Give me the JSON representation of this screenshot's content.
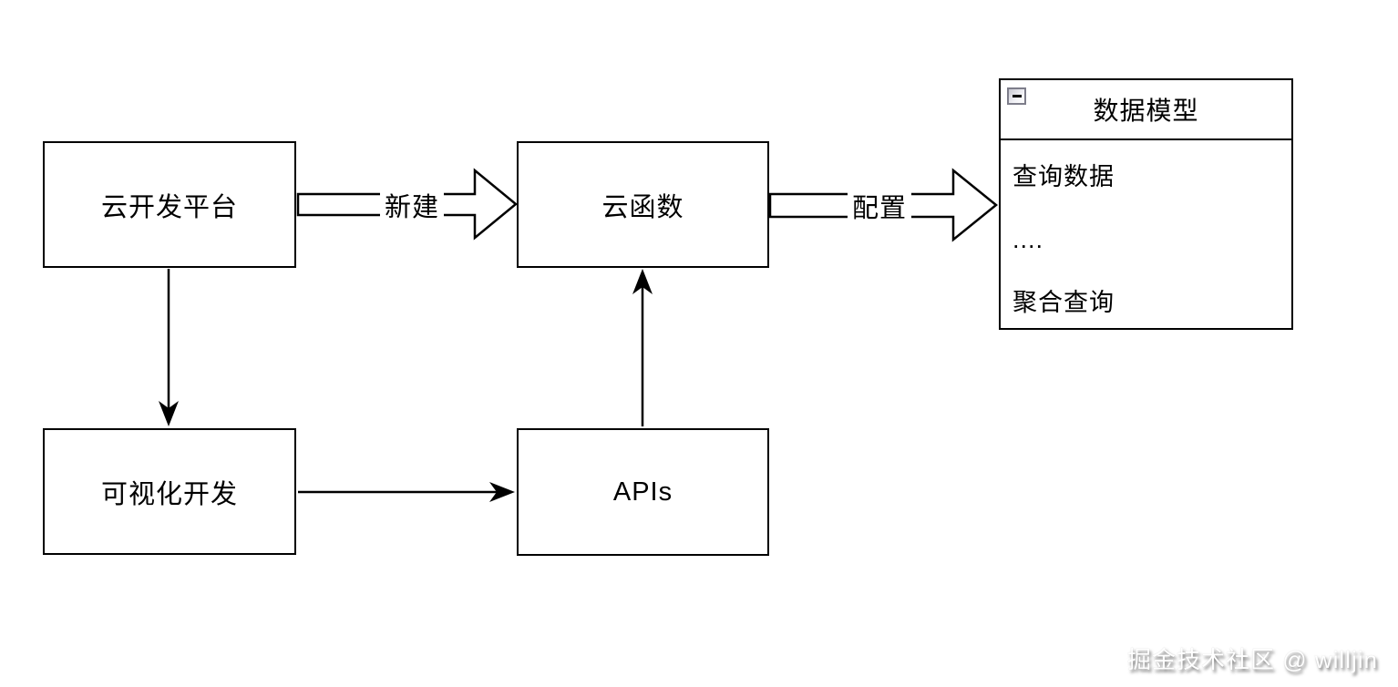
{
  "diagram": {
    "nodes": {
      "cloud_platform": {
        "label": "云开发平台"
      },
      "cloud_function": {
        "label": "云函数"
      },
      "visual_dev": {
        "label": "可视化开发"
      },
      "apis": {
        "label": "APIs"
      },
      "data_model": {
        "title": "数据模型",
        "collapse_icon": "minus-icon",
        "items": [
          "查询数据",
          "....",
          "聚合查询"
        ]
      }
    },
    "edges": {
      "create_label": "新建",
      "configure_label": "配置"
    },
    "colors": {
      "stroke": "#000000",
      "fill": "#ffffff",
      "collapse_button_border": "#7d7d8a"
    }
  },
  "watermark": {
    "text": "掘金技术社区 @ willjin"
  }
}
